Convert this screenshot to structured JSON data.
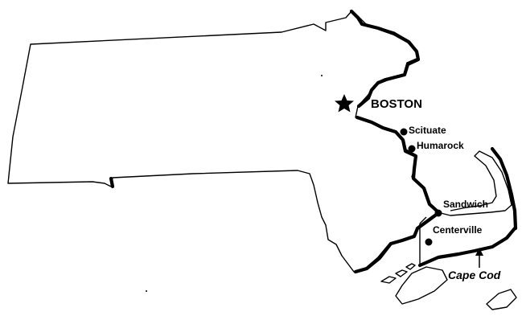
{
  "map": {
    "capital": {
      "label": "BOSTON"
    },
    "cities": [
      {
        "label": "Scituate"
      },
      {
        "label": "Humarock"
      },
      {
        "label": "Sandwich"
      },
      {
        "label": "Centerville"
      }
    ],
    "region": {
      "label": "Cape Cod"
    }
  }
}
